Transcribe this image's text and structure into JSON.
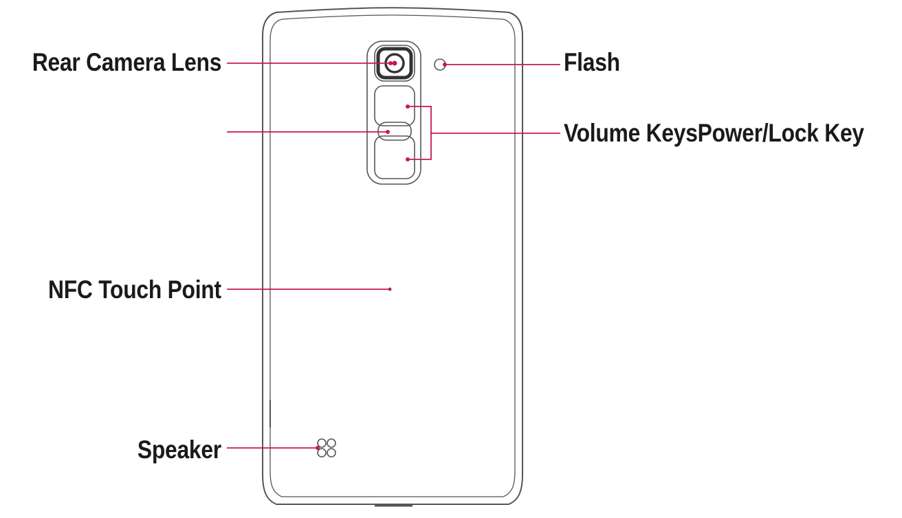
{
  "labels": {
    "rear_camera_lens": "Rear Camera Lens",
    "flash": "Flash",
    "volume_keys_power_lock": "Volume KeysPower/Lock Key",
    "nfc_touch_point": "NFC Touch Point",
    "speaker": "Speaker"
  },
  "colors": {
    "leader_line": "#c2185b",
    "outline": "#555555",
    "text": "#1a1a1a"
  }
}
